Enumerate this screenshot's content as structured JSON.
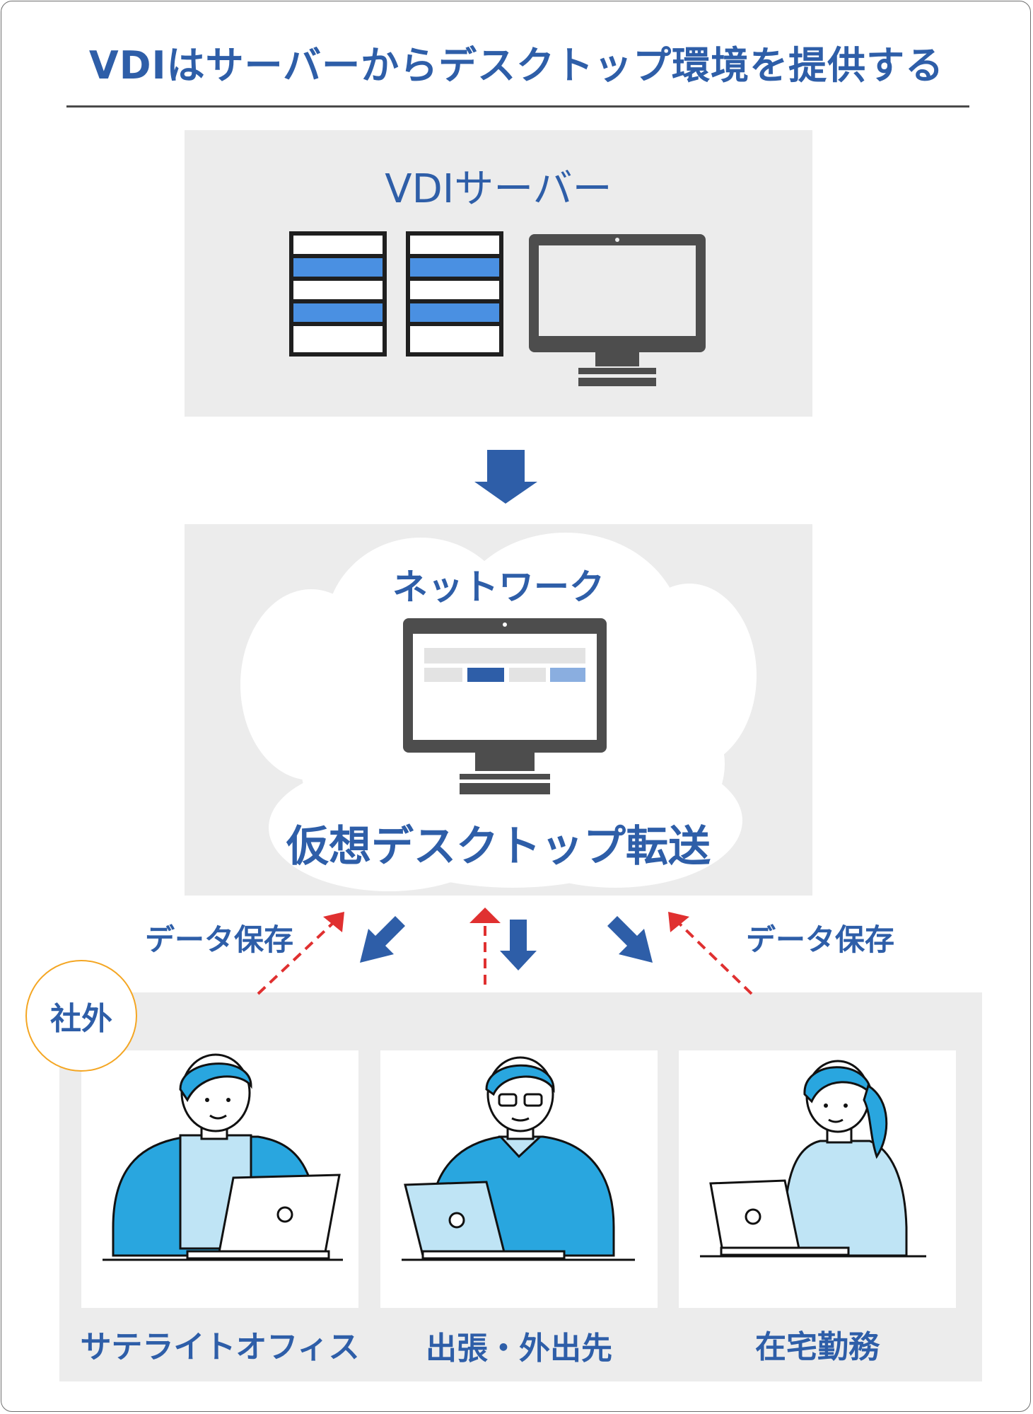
{
  "title": "VDIはサーバーからデスクトップ環境を提供する",
  "server": {
    "label": "VDIサーバー"
  },
  "network": {
    "label": "ネットワーク",
    "desktop_label": "仮想デスクトップ転送"
  },
  "data_save_left": "データ保存",
  "data_save_right": "データ保存",
  "outside": {
    "badge": "社外",
    "locations": [
      {
        "label": "サテライトオフィス"
      },
      {
        "label": "出張・外出先"
      },
      {
        "label": "在宅勤務"
      }
    ]
  },
  "colors": {
    "accent_blue": "#2e5ea8",
    "server_blue": "#4a90e2",
    "person_blue": "#29a6df",
    "dashed_red": "#e03030",
    "badge_orange": "#f4a623",
    "panel_gray": "#ececec"
  }
}
